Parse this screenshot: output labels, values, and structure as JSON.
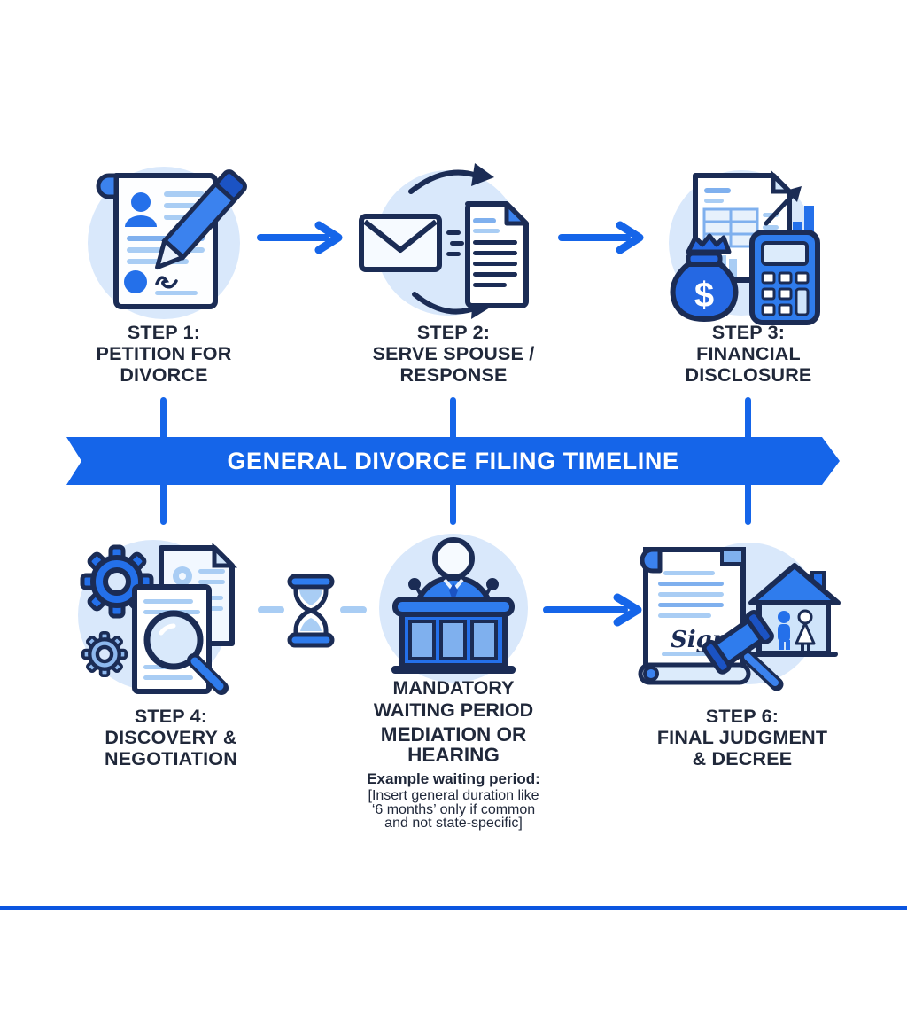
{
  "colors": {
    "accent": "#1565e9",
    "divider": "#0b55e0",
    "text": "#20283a",
    "light_accent": "#a9cdf4",
    "navy_outline": "#1b2c55",
    "icon_blue": "#2f7ced",
    "circle_bg": "#d9e8fb"
  },
  "banner": {
    "label": "GENERAL DIVORCE FILING TIMELINE"
  },
  "icons": {
    "step1": "petition-document-pen",
    "step2": "serve-envelope-documents",
    "step3": "money-bag-calculator-chart",
    "step4": "gears-magnifier-documents",
    "waiting": "hourglass",
    "hearing": "judge-at-bench",
    "step6": "decree-scroll-gavel-house",
    "flow": "right-arrow"
  },
  "top_steps": [
    {
      "lines": [
        "STEP 1:",
        "PETITION FOR",
        "DIVORCE"
      ]
    },
    {
      "lines": [
        "STEP 2:",
        "SERVE SPOUSE /",
        "RESPONSE"
      ]
    },
    {
      "lines": [
        "STEP 3:",
        "FINANCIAL",
        "DISCLOSURE"
      ]
    }
  ],
  "bottom_steps": {
    "discovery": {
      "lines": [
        "STEP 4:",
        "DISCOVERY &",
        "NEGOTIATION"
      ]
    },
    "waiting": {
      "heading_lines": [
        "MANDATORY",
        "WAITING PERIOD"
      ],
      "subheading_lines": [
        "MEDIATION OR",
        "HEARING"
      ],
      "example_label": "Example waiting period:",
      "example_note_lines": [
        "[Insert general duration like",
        "‘6 months’ only if common",
        "and not state-specific]"
      ]
    },
    "final": {
      "lines": [
        "STEP 6:",
        "FINAL JUDGMENT",
        "& DECREE"
      ]
    }
  }
}
